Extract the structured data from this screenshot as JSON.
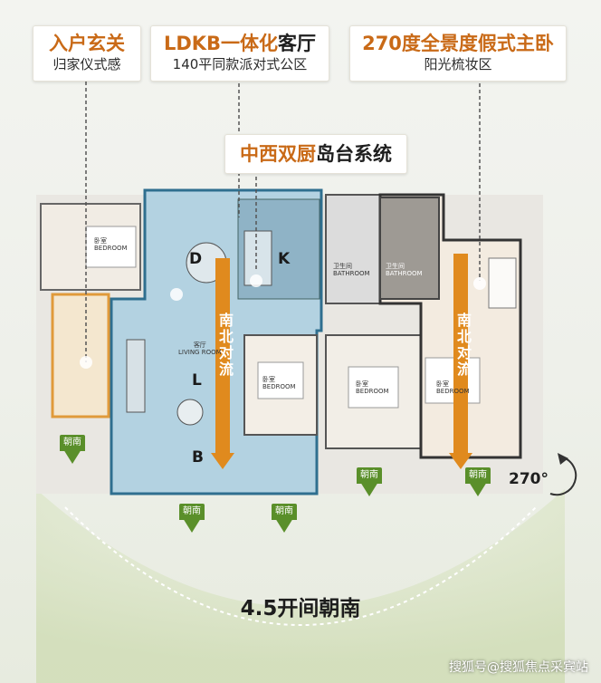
{
  "callouts": {
    "entrance": {
      "title": "入户玄关",
      "sub": "归家仪式感"
    },
    "ldkb": {
      "title_orange": "LDKB一体化",
      "title_dark": "客厅",
      "sub": "140平同款派对式公区"
    },
    "bedroom": {
      "title": "270度全景度假式主卧",
      "sub": "阳光梳妆区"
    },
    "kitchen": {
      "title_orange": "中西双厨",
      "title_dark": "岛台系统"
    }
  },
  "rooms": {
    "D": "D",
    "K": "K",
    "L": "L",
    "B": "B",
    "living": "客厅",
    "living_en": "LIVING ROOM",
    "bedroom_cn": "卧室",
    "bedroom_en": "BEDROOM",
    "master_cn": "卧室",
    "master_en": "BEDROOM",
    "bath_cn": "卫生间",
    "bath_en": "BATHROOM"
  },
  "flow_text": "南北对流",
  "south_label": "朝南",
  "angle_label": "270°",
  "bottom_title": "4.5开间朝南",
  "watermark": "搜狐号@搜狐焦点采宾站",
  "colors": {
    "orange": "#c96a17",
    "green": "#5a8f2a",
    "blue_zone": "#9cc3d8",
    "orange_arrow": "#e08a1e"
  }
}
